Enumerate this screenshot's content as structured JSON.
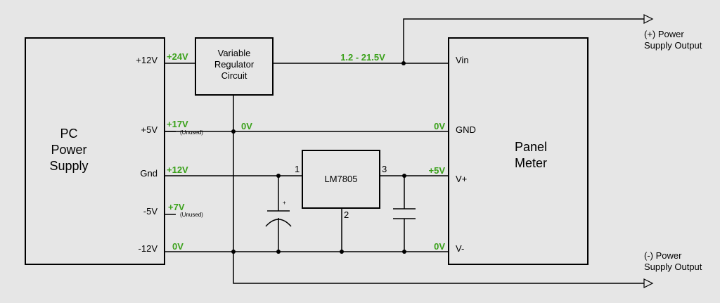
{
  "psu": {
    "title_lines": [
      "PC",
      "Power",
      "Supply"
    ],
    "pins": {
      "p12": "+12V",
      "p5": "+5V",
      "gnd": "Gnd",
      "m5": "-5V",
      "m12": "-12V"
    }
  },
  "regulator": {
    "lines": [
      "Variable",
      "Regulator",
      "Circuit"
    ]
  },
  "lm7805": {
    "label": "LM7805",
    "pin1": "1",
    "pin2": "2",
    "pin3": "3"
  },
  "meter": {
    "title_lines": [
      "Panel",
      "Meter"
    ],
    "pins": {
      "vin": "Vin",
      "gnd": "GND",
      "vplus": "V+",
      "vminus": "V-"
    }
  },
  "voltages": {
    "v24": "+24V",
    "v17": "+17V",
    "v12": "+12V",
    "v7": "+7V",
    "v0_left": "0V",
    "v0_mid": "0V",
    "v0_meter_gnd": "0V",
    "v0_meter_vminus": "0V",
    "vout": "1.2 - 21.5V",
    "v5": "+5V"
  },
  "unused": {
    "a": "(Unused)",
    "b": "(Unused)"
  },
  "cap_plus": "+",
  "outputs": {
    "pos_lines": [
      "(+) Power",
      "Supply Output"
    ],
    "neg_lines": [
      "(-) Power",
      "Supply Output"
    ]
  },
  "colors": {
    "voltage": "#3aa11a",
    "background": "#e6e6e6",
    "line": "#000000"
  }
}
